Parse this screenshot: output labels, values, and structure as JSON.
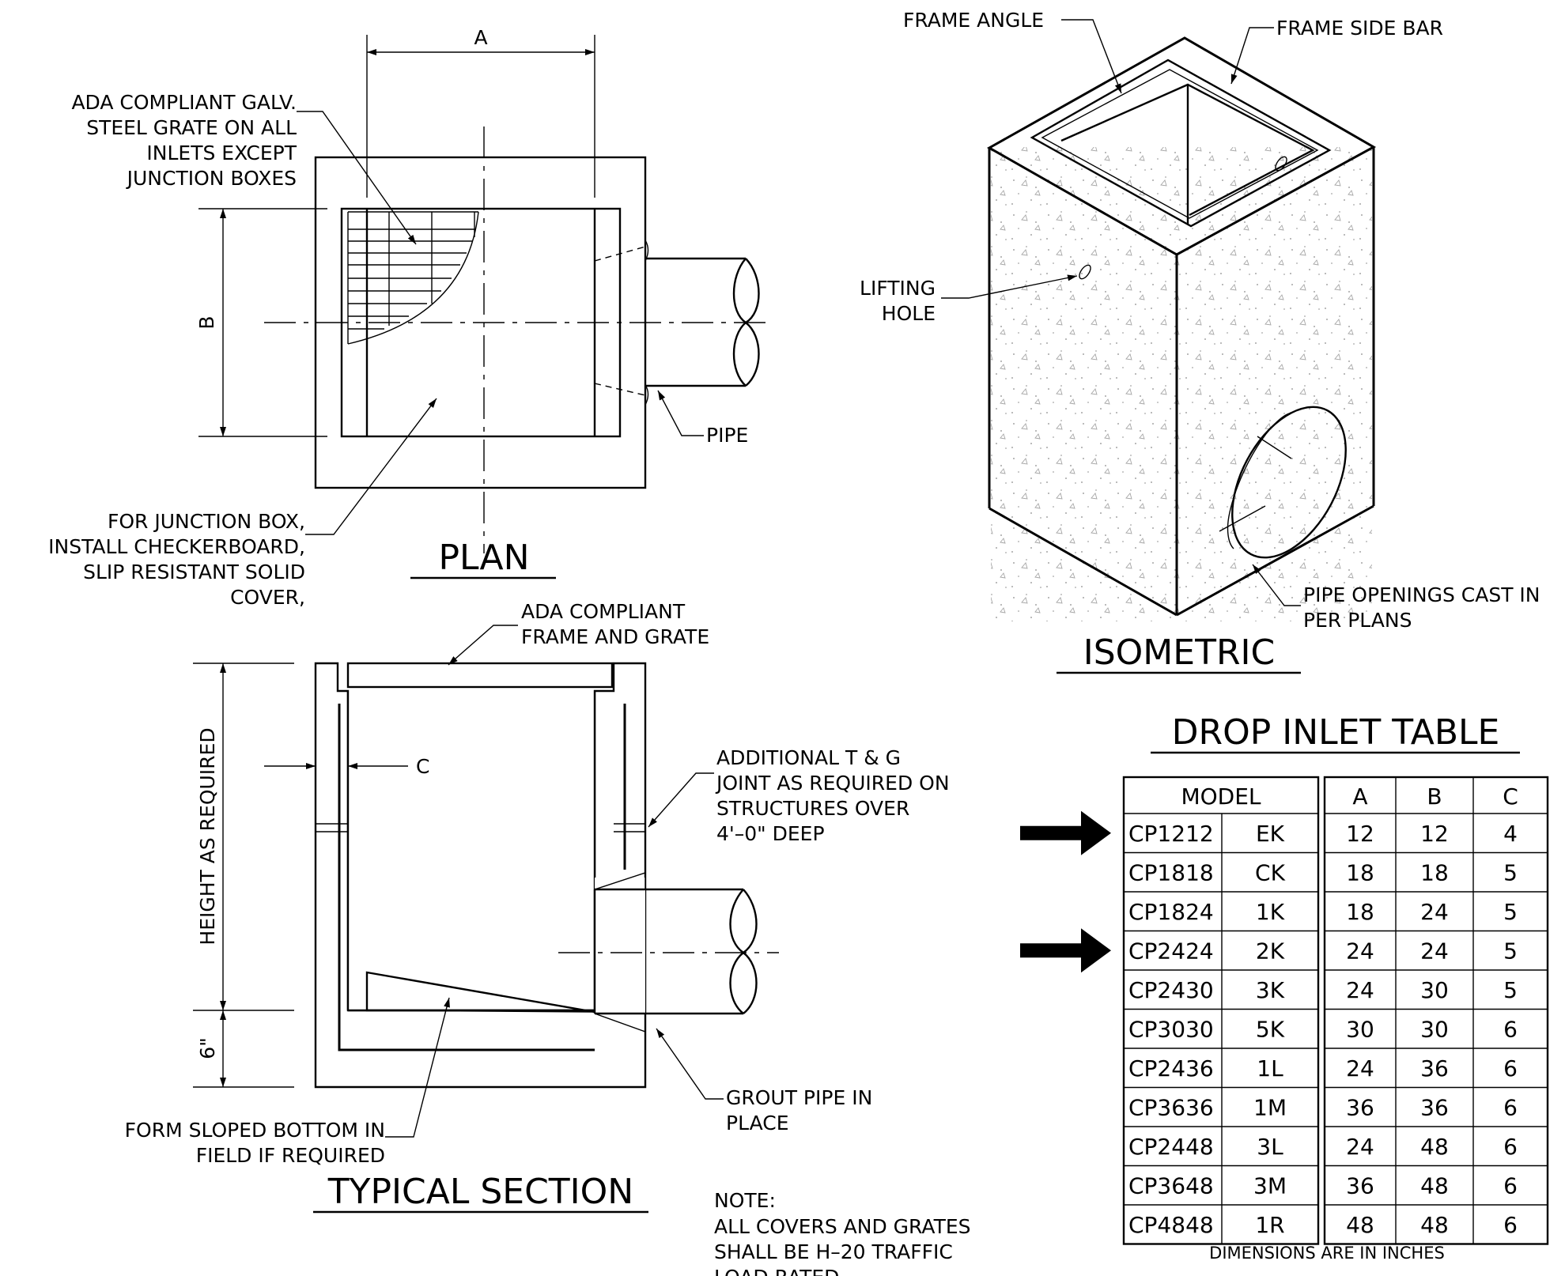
{
  "plan": {
    "title": "PLAN",
    "dim_a": "A",
    "dim_b": "B",
    "note_grate": [
      "ADA COMPLIANT GALV.",
      "STEEL GRATE ON ALL",
      "INLETS EXCEPT",
      "JUNCTION BOXES"
    ],
    "note_cover": [
      "FOR JUNCTION BOX,",
      "INSTALL CHECKERBOARD,",
      "SLIP RESISTANT SOLID",
      "COVER,"
    ],
    "pipe": "PIPE"
  },
  "isometric": {
    "title": "ISOMETRIC",
    "frame_angle": "FRAME ANGLE",
    "frame_side_bar": "FRAME SIDE BAR",
    "lifting_hole": [
      "LIFTING",
      "HOLE"
    ],
    "pipe_openings": [
      "PIPE OPENINGS CAST IN",
      "PER PLANS"
    ]
  },
  "section": {
    "title": "TYPICAL SECTION",
    "frame_grate": [
      "ADA COMPLIANT",
      "FRAME AND GRATE"
    ],
    "joint": [
      "ADDITIONAL T & G",
      "JOINT AS REQUIRED ON",
      "STRUCTURES OVER",
      "4'–0\" DEEP"
    ],
    "height": "HEIGHT AS REQUIRED",
    "six_in": "6\"",
    "dim_c": "C",
    "sloped": [
      "FORM SLOPED BOTTOM IN",
      "FIELD IF REQUIRED"
    ],
    "grout": [
      "GROUT PIPE IN",
      "PLACE"
    ]
  },
  "note": {
    "heading": "NOTE:",
    "lines": [
      "ALL COVERS AND GRATES",
      "SHALL BE H–20 TRAFFIC",
      "LOAD RATED"
    ]
  },
  "table": {
    "title": "DROP INLET TABLE",
    "headers": [
      "MODEL",
      "A",
      "B",
      "C"
    ],
    "rows": [
      [
        "CP1212",
        "EK",
        "12",
        "12",
        "4"
      ],
      [
        "CP1818",
        "CK",
        "18",
        "18",
        "5"
      ],
      [
        "CP1824",
        "1K",
        "18",
        "24",
        "5"
      ],
      [
        "CP2424",
        "2K",
        "24",
        "24",
        "5"
      ],
      [
        "CP2430",
        "3K",
        "24",
        "30",
        "5"
      ],
      [
        "CP3030",
        "5K",
        "30",
        "30",
        "6"
      ],
      [
        "CP2436",
        "1L",
        "24",
        "36",
        "6"
      ],
      [
        "CP3636",
        "1M",
        "36",
        "36",
        "6"
      ],
      [
        "CP2448",
        "3L",
        "24",
        "48",
        "6"
      ],
      [
        "CP3648",
        "3M",
        "36",
        "48",
        "6"
      ],
      [
        "CP4848",
        "1R",
        "48",
        "48",
        "6"
      ]
    ],
    "highlighted_models": [
      "CP1212",
      "CP2424"
    ],
    "footnote": "DIMENSIONS ARE IN INCHES"
  }
}
